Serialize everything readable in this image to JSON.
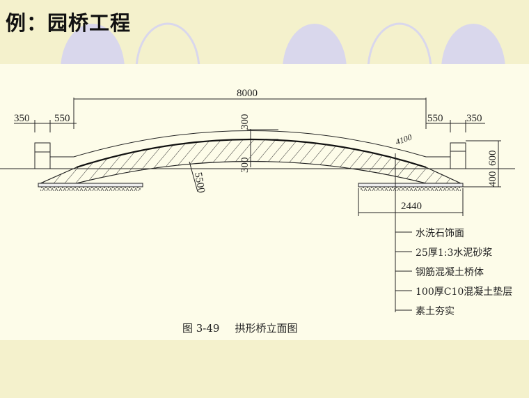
{
  "slide": {
    "title": "例：园桥工程"
  },
  "decor": {
    "circle_fill": "#d9d7ec",
    "background": "#f4f1cc",
    "panel": "#fdfce9"
  },
  "drawing": {
    "dimensions": {
      "span": "8000",
      "left_350": "350",
      "left_550": "550",
      "right_550": "550",
      "right_350": "350",
      "crown_top": "300",
      "crown_bottom": "300",
      "radius": "5500",
      "abutment_600": "600",
      "abutment_400": "400",
      "footing": "2440",
      "handwritten": "4100"
    },
    "layers": [
      "水洗石饰面",
      "25厚1:3水泥砂浆",
      "钢筋混凝土桥体",
      "100厚C10混凝土垫层",
      "素土夯实"
    ],
    "caption": {
      "number": "图 3-49",
      "title": "拱形桥立面图"
    }
  }
}
